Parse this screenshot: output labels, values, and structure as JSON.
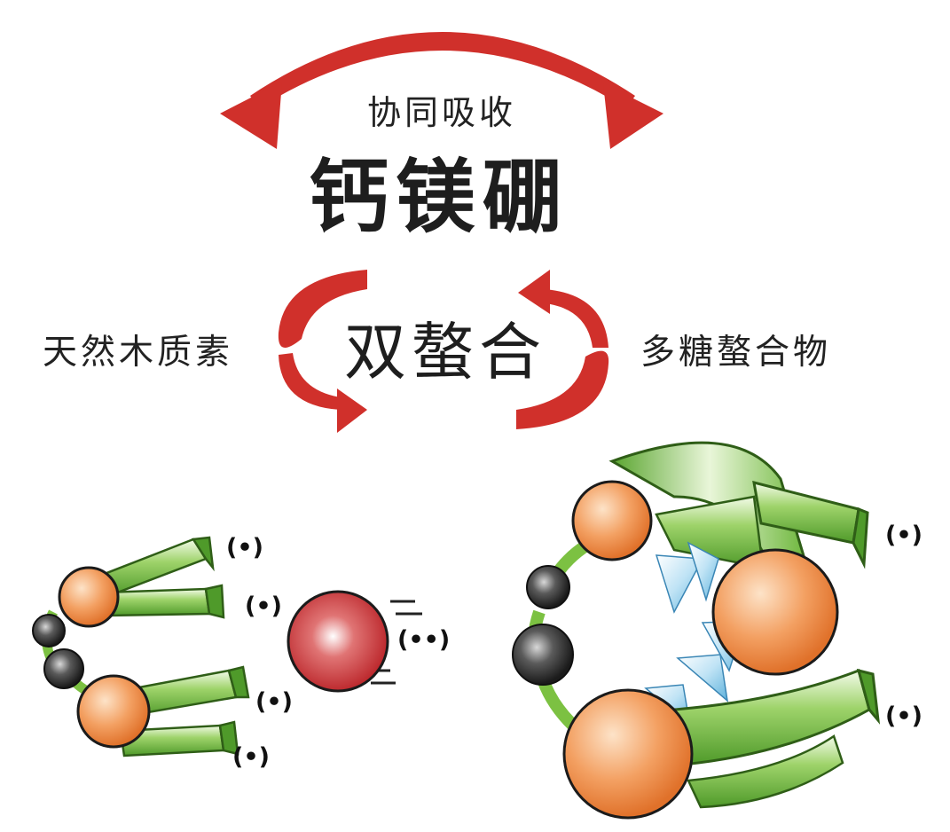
{
  "labels": {
    "cosynergy": "协同吸收",
    "main_title": "钙镁硼",
    "chelate": "双螯合",
    "left_source": "天然木质素",
    "right_source": "多糖螯合物"
  },
  "charges": {
    "single": "(•)",
    "double": "(••)"
  },
  "colors": {
    "arrow_red": "#d0302b",
    "ligand_green": "#7cc142",
    "atom_orange": "#f08a3c",
    "metal_red": "#c7242a",
    "linker_black": "#2a2a2a",
    "crystal_blue": "#bfe3f5"
  },
  "icons": [
    "double-curved-arrow-icon",
    "cycle-arrows-icon",
    "ligand-claw-icon",
    "metal-ion-icon",
    "chelate-complex-icon"
  ]
}
